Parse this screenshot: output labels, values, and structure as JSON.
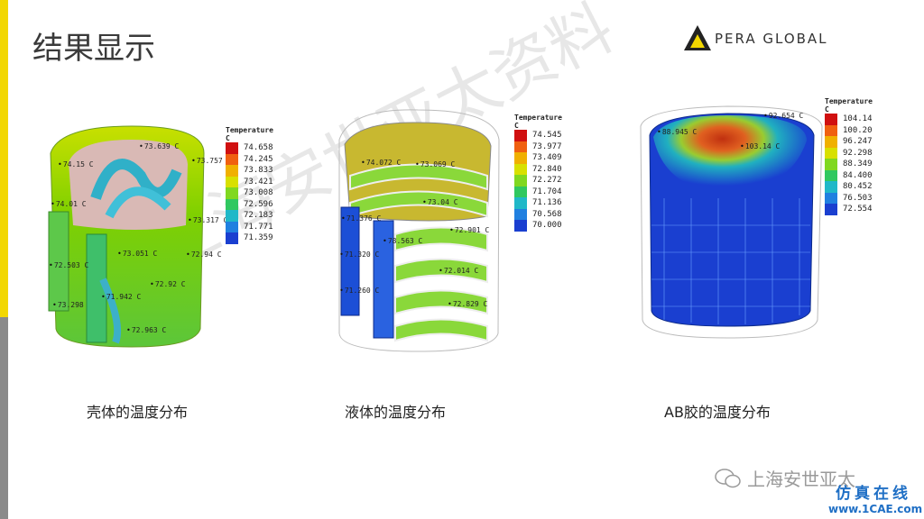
{
  "title": "结果显示",
  "logo": {
    "text": "PERA GLOBAL"
  },
  "panels": [
    {
      "caption": "壳体的温度分布",
      "legend": {
        "title": "Temperature",
        "unit": "C",
        "values": [
          "74.658",
          "74.245",
          "73.833",
          "73.421",
          "73.008",
          "72.596",
          "72.183",
          "71.771",
          "71.359"
        ]
      },
      "probes": [
        "74.15 C",
        "73.639 C",
        "73.757 C",
        "74.01 C",
        "73.317 C",
        "73.051 C",
        "72.503 C",
        "72.94 C",
        "72.92 C",
        "71.942 C",
        "73.298",
        "72.963 C"
      ]
    },
    {
      "caption": "液体的温度分布",
      "legend": {
        "title": "Temperature",
        "unit": "C",
        "values": [
          "74.545",
          "73.977",
          "73.409",
          "72.840",
          "72.272",
          "71.704",
          "71.136",
          "70.568",
          "70.000"
        ]
      },
      "probes": [
        "74.072 C",
        "73.069 C",
        "73.04 C",
        "71.376 C",
        "78.563 C",
        "72.901 C",
        "71.320 C",
        "72.014 C",
        "71.260 C",
        "72.829 C"
      ]
    },
    {
      "caption": "AB胶的温度分布",
      "legend": {
        "title": "Temperature",
        "unit": "C",
        "values": [
          "104.14",
          "100.20",
          "96.247",
          "92.298",
          "88.349",
          "84.400",
          "80.452",
          "76.503",
          "72.554"
        ]
      },
      "probes": [
        "92.654 C",
        "88.945 C",
        "103.14 C"
      ]
    }
  ],
  "watermark": {
    "text": "上海安世亚太资料",
    "brand": "上海安世亚太",
    "site_top": "仿真在线",
    "site_bottom": "www.1CAE.com"
  },
  "colors": {
    "accent_yellow": "#f2d700",
    "sidebar_gray": "#8a8a8a",
    "site_blue": "#1f6fc5"
  }
}
